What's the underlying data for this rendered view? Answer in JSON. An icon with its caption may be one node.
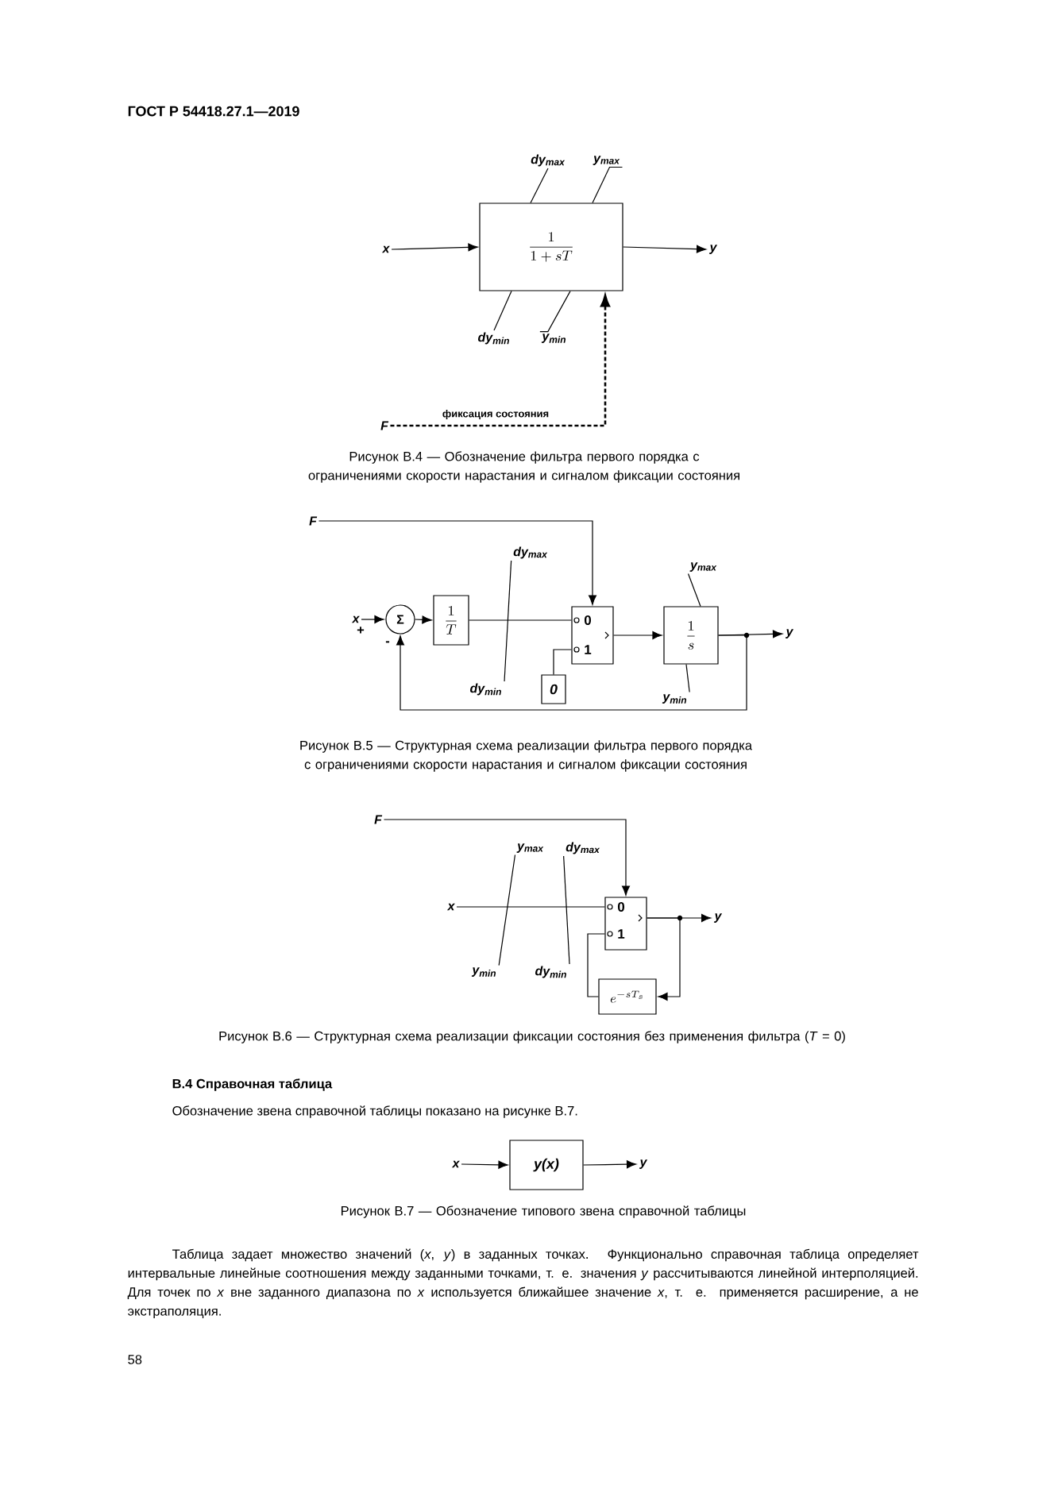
{
  "diagram": {
    "nodes": [
      {
        "text": [
          "x"
        ]
      },
      {
        "text": [
          "\\frac{1}{1+sT}"
        ]
      },
      {
        "text": [
          "y"
        ]
      },
      {
        "text": [
          "dy$_{max}$"
        ]
      },
      {
        "text": [
          "y$_{max}$"
        ]
      },
      {
        "text": [
          "dy$_{min}$"
        ]
      },
      {
        "text": [
          "y$_{min}$"
        ]
      },
      {
        "text": [
          "F"
        ]
      },
      {
        "text": [
          "F"
        ]
      },
      {
        "text": [
          "x"
        ]
      },
      {
        "text": [
          "Σ"
        ]
      },
      {
        "text": [
          "\\frac{1}{T}"
        ]
      },
      {
        "text": [
          "dy$_{max}$"
        ]
      },
      {
        "text": [
          "dy$_{min}$"
        ]
      },
      {
        "text": [
          "0",
          "1"
        ]
      },
      {
        "text": [
          "0"
        ]
      },
      {
        "text": [
          "\\frac{1}{s}"
        ]
      },
      {
        "text": [
          "y$_{max}$"
        ]
      },
      {
        "text": [
          "y$_{min}$"
        ]
      },
      {
        "text": [
          "y"
        ]
      },
      {
        "text": [
          "F"
        ]
      },
      {
        "text": [
          "y$_{max}$"
        ]
      },
      {
        "text": [
          "dy$_{max}$"
        ]
      },
      {
        "text": [
          "x"
        ]
      },
      {
        "text": [
          "y$_{min}$"
        ]
      },
      {
        "text": [
          "dy$_{min}$"
        ]
      },
      {
        "text": [
          "0",
          "1"
        ]
      },
      {
        "text": [
          "e^{-sT_s}"
        ]
      },
      {
        "text": [
          "y"
        ]
      },
      {
        "text": [
          "x"
        ]
      },
      {
        "text": [
          "y(x)"
        ]
      },
      {
        "text": [
          "y"
        ]
      }
    ],
    "edges": [
      {
        "from": 0,
        "to": 1,
        "arrow": "to"
      },
      {
        "from": 1,
        "to": 2,
        "arrow": "to"
      },
      {
        "from": 3,
        "to": 1,
        "arrow": "none"
      },
      {
        "from": 4,
        "to": 1,
        "arrow": "none"
      },
      {
        "from": 5,
        "to": 1,
        "arrow": "none"
      },
      {
        "from": 6,
        "to": 1,
        "arrow": "none"
      },
      {
        "from": 7,
        "to": 1,
        "arrow": "to",
        "style": "dashed",
        "label": "фиксация состояния"
      },
      {
        "from": 8,
        "to": 14,
        "arrow": "to"
      },
      {
        "from": 9,
        "to": 10,
        "arrow": "to"
      },
      {
        "from": 10,
        "to": 11,
        "arrow": "to"
      },
      {
        "from": 11,
        "to": 14,
        "arrow": "none"
      },
      {
        "from": 15,
        "to": 14,
        "arrow": "none"
      },
      {
        "from": 14,
        "to": 16,
        "arrow": "to"
      },
      {
        "from": 16,
        "to": 19,
        "arrow": "to"
      },
      {
        "from": 16,
        "to": 10,
        "arrow": "to"
      },
      {
        "from": 12,
        "to": 13,
        "arrow": "none"
      },
      {
        "from": 17,
        "to": 16,
        "arrow": "none"
      },
      {
        "from": 18,
        "to": 16,
        "arrow": "none"
      },
      {
        "from": 20,
        "to": 26,
        "arrow": "to"
      },
      {
        "from": 23,
        "to": 26,
        "arrow": "none"
      },
      {
        "from": 26,
        "to": 28,
        "arrow": "to"
      },
      {
        "from": 26,
        "to": 27,
        "arrow": "to"
      },
      {
        "from": 27,
        "to": 26,
        "arrow": "none"
      },
      {
        "from": 21,
        "to": 24,
        "arrow": "none"
      },
      {
        "from": 22,
        "to": 25,
        "arrow": "none"
      },
      {
        "from": 29,
        "to": 30,
        "arrow": "to"
      },
      {
        "from": 30,
        "to": 31,
        "arrow": "to"
      }
    ],
    "labels": [
      "ГОСТ Р 54418.27.1—2019",
      "Рисунок В.4 — Обозначение фильтра первого порядка с ограничениями скорости нарастания и сигналом фиксации состояния",
      "+",
      "-",
      "Рисунок В.5 — Структурная схема реализации фильтра первого порядка с ограничениями скорости нарастания и сигналом фиксации состояния",
      "Рисунок В.6 — Структурная схема реализации фиксации состояния без применения фильтра (*T* = 0)",
      "В.4 Справочная таблица",
      "Обозначение звена справочной таблицы показано на рисунке В.7.",
      "Рисунок В.7 — Обозначение типового звена справочной таблицы",
      "Таблица задает множество значений (*x*, *y*) в заданных точках. Функционально справочная таблица определяет интервальные линейные соотношения между заданными точками, т. е. значения *y* рассчитываются линейной интерполяцией. Для точек по *x* вне заданного диапазона по *x* используется ближайшее значение *x*, т. е. применяется расширение, а не экстраполяция.",
      "58"
    ]
  }
}
